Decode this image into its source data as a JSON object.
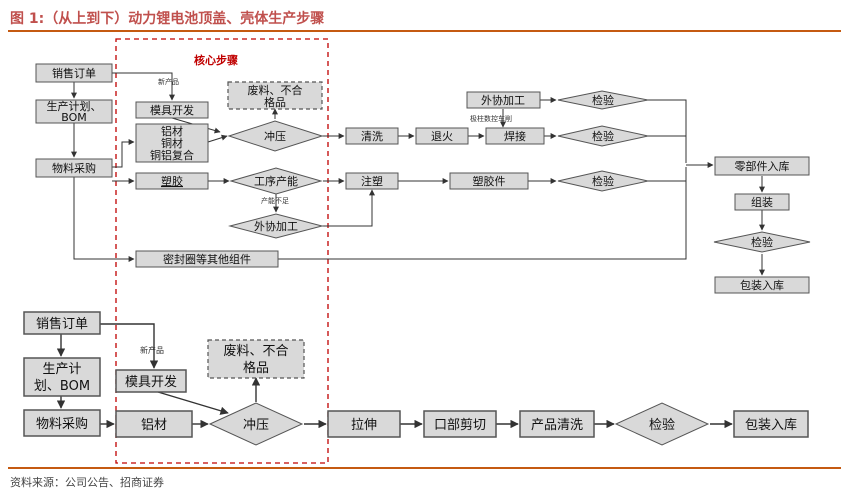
{
  "header": {
    "title": "图 1:（从上到下）动力锂电池顶盖、壳体生产步骤"
  },
  "footer": {
    "source": "资料来源：公司公告、招商证券"
  },
  "core_label": "核心步骤",
  "top_flow": {
    "sales_order": "销售订单",
    "production_plan_l1": "生产计划、",
    "production_plan_l2": "BOM",
    "material_purchase": "物料采购",
    "new_product": "新产品",
    "mold_dev": "模具开发",
    "material_l1": "铝材",
    "material_l2": "铜材",
    "material_l3": "铜铝复合",
    "stamping": "冲压",
    "waste_l1": "废料、不合",
    "waste_l2": "格品",
    "cleaning": "清洗",
    "annealing": "退火",
    "welding": "焊接",
    "outsource": "外协加工",
    "inspect1": "检验",
    "inspect2": "检验",
    "note_cnc": "极柱数控车削",
    "plastic": "塑胶",
    "capacity": "工序产能",
    "capacity_short": "产能不足",
    "outsource2": "外协加工",
    "injection": "注塑",
    "plastic_parts": "塑胶件",
    "inspect3": "检验",
    "seal_parts": "密封圈等其他组件",
    "parts_storage": "零部件入库",
    "assembly": "组装",
    "inspect4": "检验",
    "pack_storage": "包装入库"
  },
  "bottom_flow": {
    "sales_order": "销售订单",
    "production_plan_l1": "生产计",
    "production_plan_l2": "划、BOM",
    "material_purchase": "物料采购",
    "new_product": "新产品",
    "mold_dev": "模具开发",
    "aluminum": "铝材",
    "stamping": "冲压",
    "waste_l1": "废料、不合",
    "waste_l2": "格品",
    "stretching": "拉伸",
    "trimming": "口部剪切",
    "product_clean": "产品清洗",
    "inspect": "检验",
    "pack_storage": "包装入库"
  }
}
